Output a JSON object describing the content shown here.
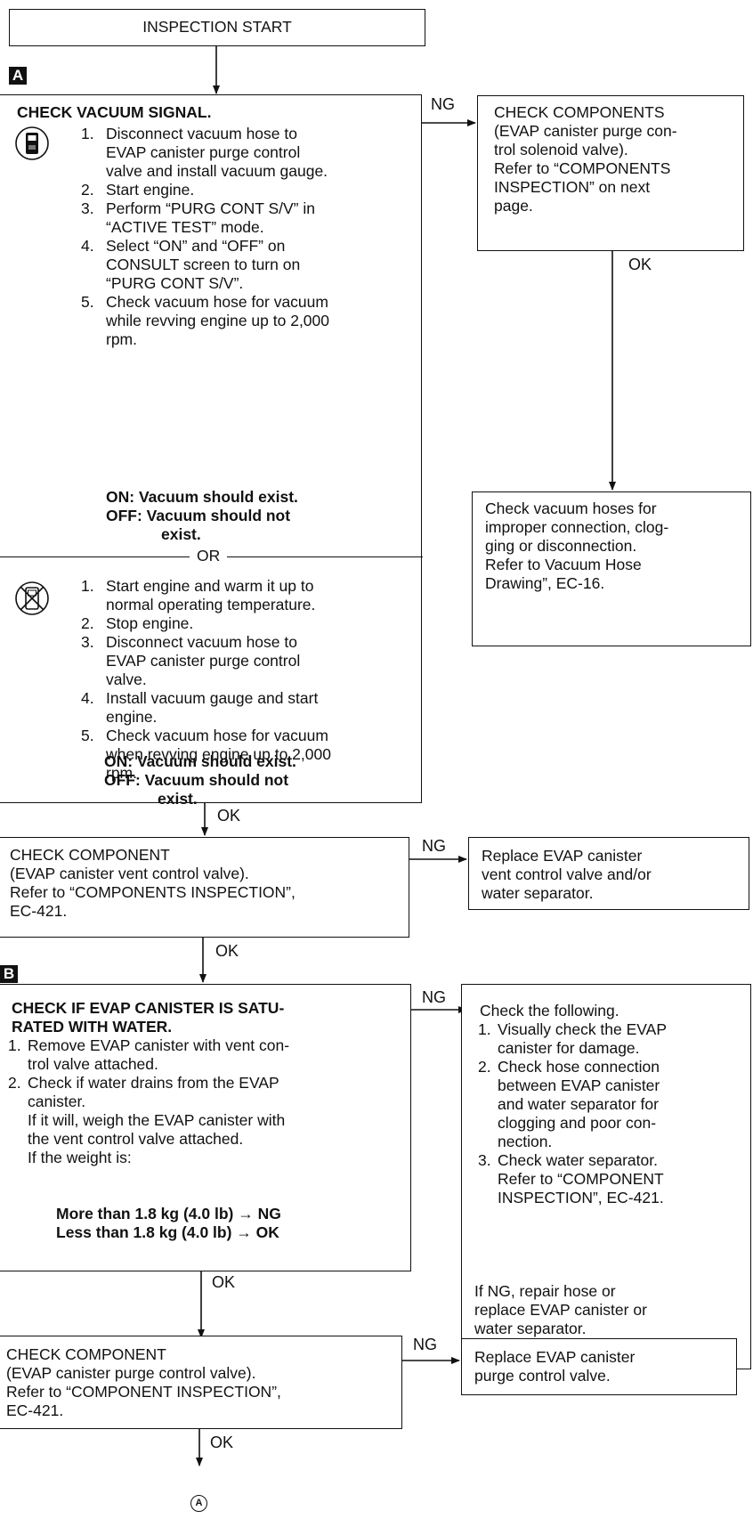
{
  "start": "INSPECTION START",
  "tags": {
    "a": "A",
    "b": "B"
  },
  "vacuum": {
    "title": "CHECK VACUUM SIGNAL.",
    "icon_top": "consult-icon",
    "icon_bottom": "no-consult-icon",
    "steps_consult": [
      {
        "n": "1.",
        "lines": [
          "Disconnect vacuum hose to",
          "EVAP canister purge control",
          "valve and install vacuum gauge."
        ]
      },
      {
        "n": "2.",
        "lines": [
          "Start engine."
        ]
      },
      {
        "n": "3.",
        "lines": [
          "Perform “PURG CONT S/V” in",
          "“ACTIVE TEST” mode."
        ]
      },
      {
        "n": "4.",
        "lines": [
          "Select “ON” and “OFF” on",
          "CONSULT screen to turn on",
          "“PURG CONT S/V”."
        ]
      },
      {
        "n": "5.",
        "lines": [
          "Check vacuum hose for vacuum",
          "while revving engine up to 2,000",
          "rpm."
        ]
      }
    ],
    "on_consult": "ON: Vacuum should exist.",
    "off_consult": "OFF: Vacuum should not",
    "off_consult_2": "exist.",
    "or": "OR",
    "steps_manual": [
      {
        "n": "1.",
        "lines": [
          "Start engine and warm it up to",
          "normal operating temperature."
        ]
      },
      {
        "n": "2.",
        "lines": [
          "Stop engine."
        ]
      },
      {
        "n": "3.",
        "lines": [
          "Disconnect vacuum hose to",
          "EVAP canister purge control",
          "valve."
        ]
      },
      {
        "n": "4.",
        "lines": [
          "Install vacuum gauge and start",
          "engine."
        ]
      },
      {
        "n": "5.",
        "lines": [
          "Check vacuum hose for vacuum",
          "when revving engine up to 2,000",
          "rpm."
        ]
      }
    ],
    "on_manual": "ON: Vacuum should exist.",
    "off_manual": "OFF: Vacuum should not",
    "off_manual_2": "exist."
  },
  "components": {
    "lines": [
      "CHECK COMPONENTS",
      "(EVAP canister purge con-",
      "trol solenoid valve).",
      "Refer to “COMPONENTS",
      "INSPECTION” on next",
      "page."
    ]
  },
  "hoses": {
    "lines": [
      "Check vacuum hoses for",
      "improper connection, clog-",
      "ging or disconnection.",
      "Refer to Vacuum Hose",
      "Drawing”, EC-16."
    ]
  },
  "vent_check": {
    "lines": [
      "CHECK COMPONENT",
      "(EVAP canister vent control valve).",
      "Refer to “COMPONENTS INSPECTION”,",
      "EC-421."
    ]
  },
  "vent_replace": {
    "lines": [
      "Replace EVAP canister",
      "vent control valve and/or",
      "water separator."
    ]
  },
  "saturated": {
    "title_1": "CHECK IF EVAP CANISTER IS SATU-",
    "title_2": "RATED WITH WATER.",
    "steps": [
      {
        "n": "1.",
        "lines": [
          "Remove EVAP canister with vent con-",
          "trol valve attached."
        ]
      },
      {
        "n": "2.",
        "lines": [
          "Check if water drains from the EVAP",
          "canister.",
          "If it will, weigh the EVAP canister with",
          "the vent control valve attached.",
          "If the weight is:"
        ]
      }
    ],
    "ng_cond": "More than 1.8 kg (4.0 lb) → NG",
    "ok_cond": "Less than 1.8 kg (4.0 lb) → OK"
  },
  "following": {
    "title": "Check the following.",
    "steps": [
      {
        "n": "1.",
        "lines": [
          "Visually check the EVAP",
          "canister for damage."
        ]
      },
      {
        "n": "2.",
        "lines": [
          "Check hose connection",
          "between EVAP canister",
          "and water separator for",
          "clogging and poor con-",
          "nection."
        ]
      },
      {
        "n": "3.",
        "lines": [
          "Check water separator.",
          "Refer to “COMPONENT",
          "INSPECTION”, EC-421."
        ]
      }
    ],
    "tail": [
      "If NG, repair hose or",
      "replace EVAP canister or",
      "water separator."
    ]
  },
  "purge_check": {
    "lines": [
      "CHECK COMPONENT",
      "(EVAP canister purge control valve).",
      "Refer to “COMPONENT INSPECTION”,",
      "EC-421."
    ]
  },
  "purge_replace": {
    "lines": [
      "Replace EVAP canister",
      "purge control valve."
    ]
  },
  "labels": {
    "ng": "NG",
    "ok": "OK",
    "end": "A"
  }
}
